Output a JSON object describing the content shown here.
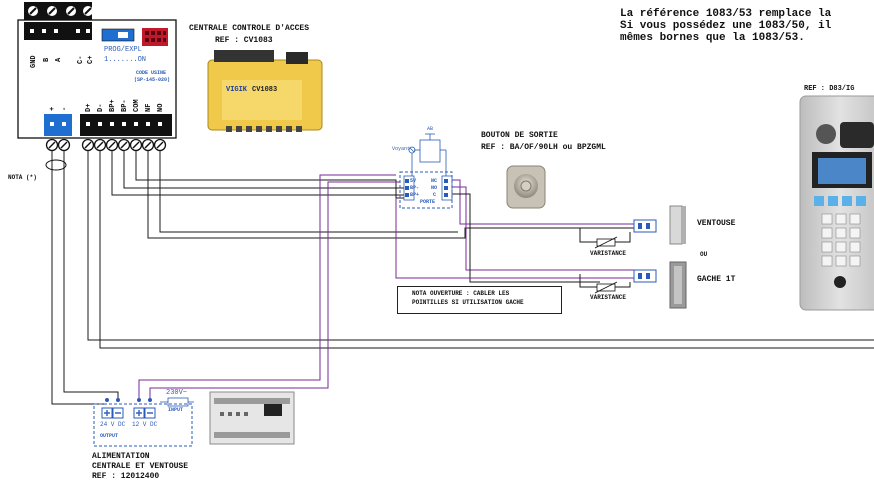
{
  "note": {
    "line1": "La référence 1083/53 remplace la",
    "line2": "Si vous possédez une 1083/50, il",
    "line3": "mêmes bornes que la 1083/53."
  },
  "centrale": {
    "title": "CENTRALE CONTROLE D'ACCES",
    "ref": "REF : CV1083",
    "prog": "PROG/EXPL",
    "prog_on": "1.......ON",
    "code_usine": "CODE USINE",
    "code_value": "(SP-145-020)",
    "top_terminals": [
      "GND",
      "B",
      "A",
      "C-",
      "C+"
    ],
    "bottom_terminals": [
      "+",
      "-",
      "D+",
      "D-",
      "BP+",
      "BP-",
      "COM",
      "NF",
      "NO"
    ],
    "product_brand": "VIGIK",
    "product_model": "CV1083"
  },
  "nota_left": "NOTA (*)",
  "bouton": {
    "title": "BOUTON DE SORTIE",
    "ref": "REF : BA/OF/90LH ou BPZGML",
    "label_ab": "AB",
    "label_voyant": "Voyant",
    "left_terms": [
      "5V",
      "BP-",
      "BP+"
    ],
    "right_terms": [
      "NC",
      "NO",
      "C"
    ],
    "porte": "PORTE"
  },
  "ventouse": "VENTOUSE",
  "ou": "OU",
  "gache": "GACHE 1T",
  "varistance": "VARISTANCE",
  "nota_ouverture": {
    "line1": "NOTA OUVERTURE : CABLER LES",
    "line2": "POINTILLES SI UTILISATION GACHE"
  },
  "platine_ref": "REF : D83/IG",
  "alim": {
    "v24": "24 V DC",
    "v12": "12 V DC",
    "output": "OUTPUT",
    "input": "INPUT",
    "v230": "230V~",
    "title1": "ALIMENTATION",
    "title2": "CENTRALE ET VENTOUSE",
    "ref": "REF : 12012400"
  },
  "colors": {
    "wire": "#1a1a1a",
    "wire_purple": "#7a2a9a",
    "dash_blue": "#2b5bb8",
    "terminal_blue": "#1f6fd1",
    "terminal_black": "#111111"
  }
}
